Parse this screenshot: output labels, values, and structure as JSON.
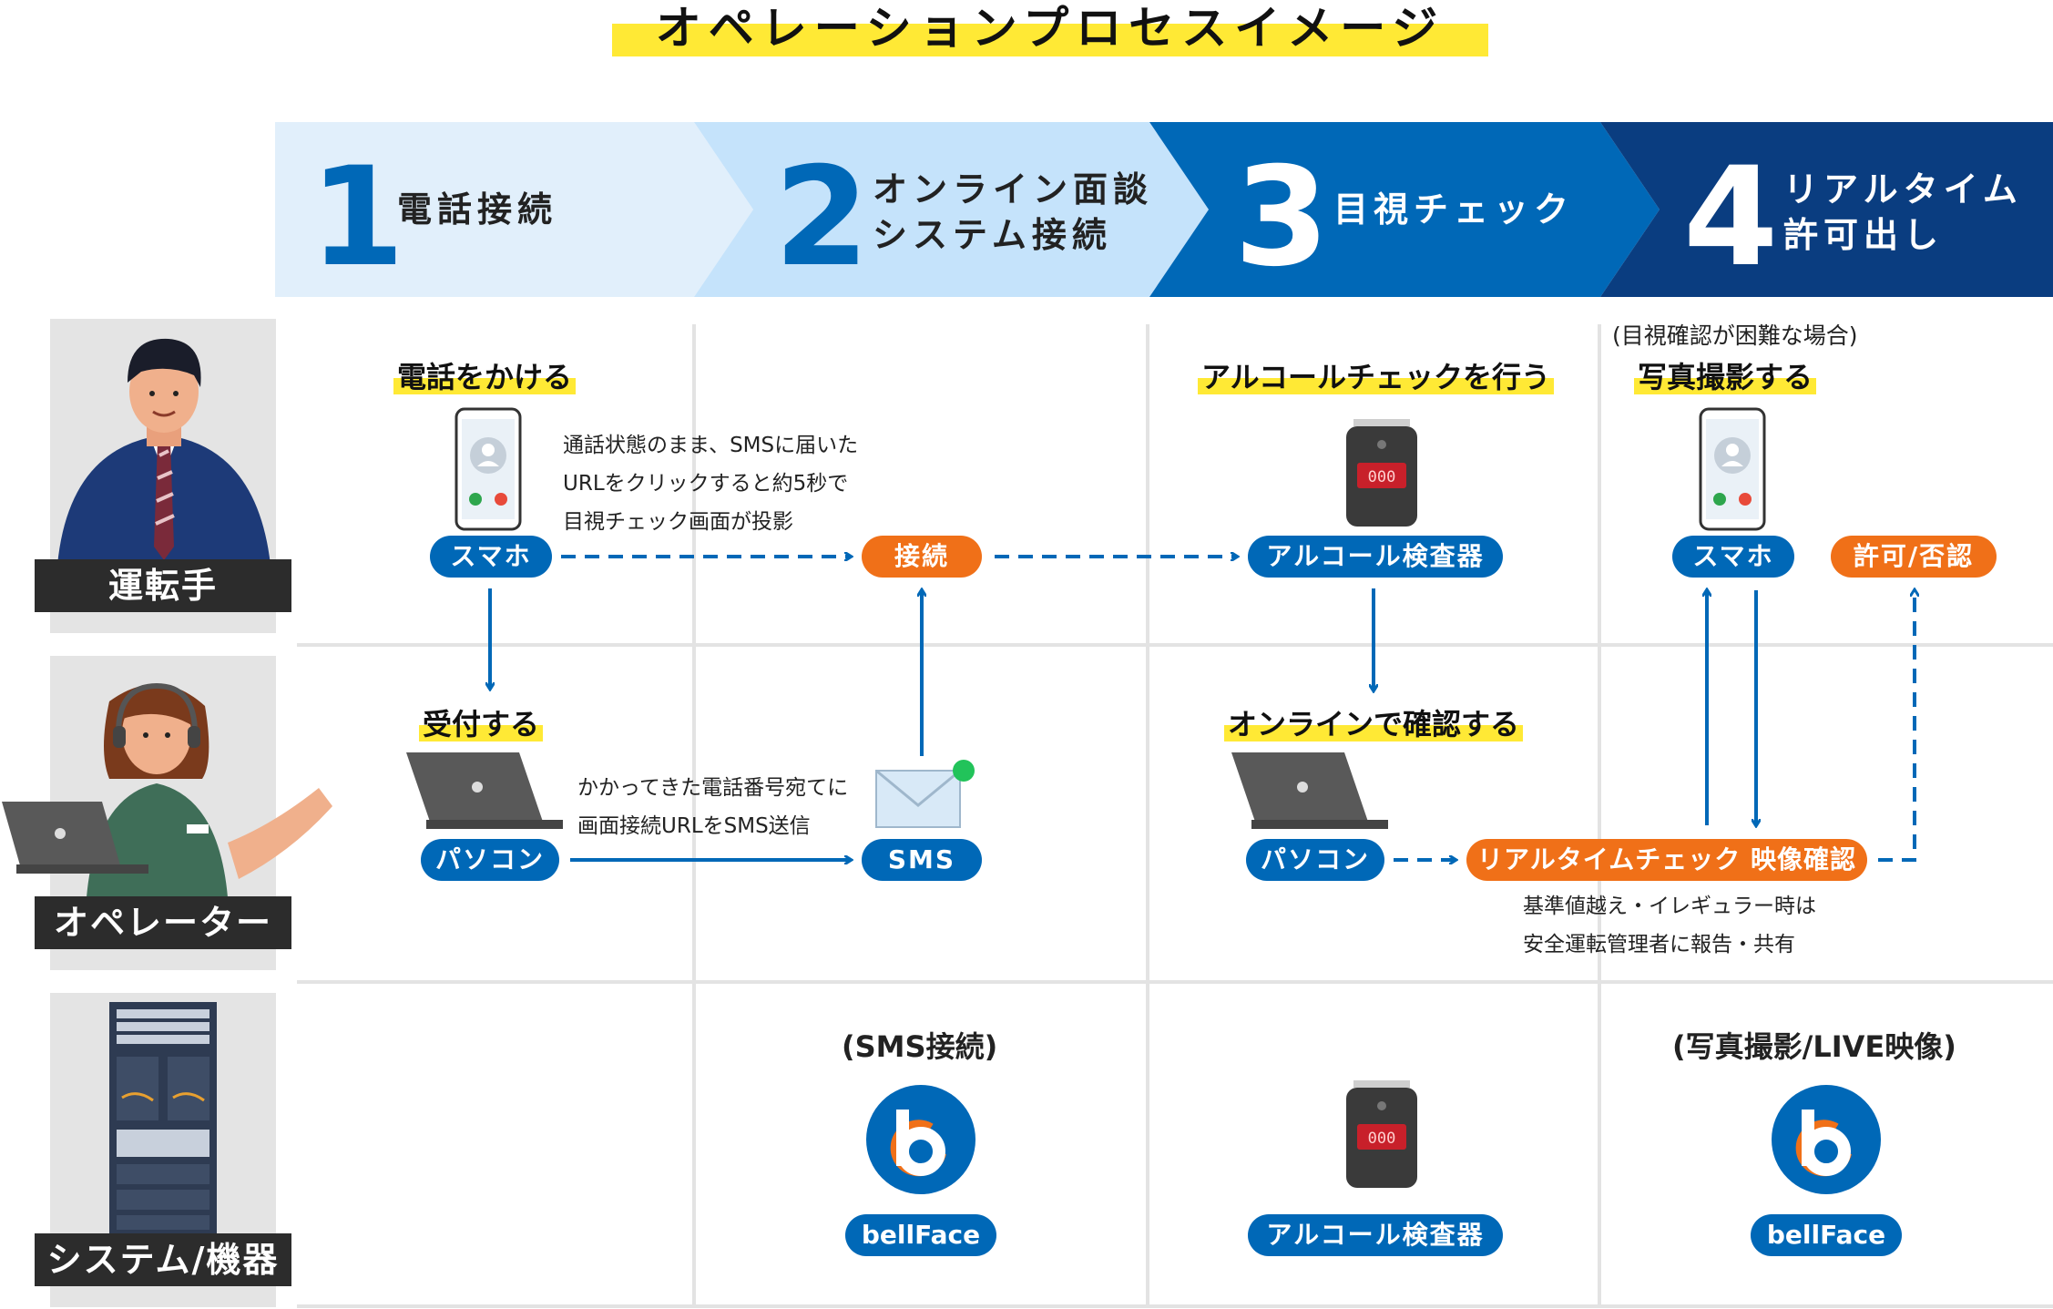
{
  "title": "オペレーションプロセスイメージ",
  "colors": {
    "blue": "#0068b7",
    "orange": "#f07018",
    "yellow": "#ffe935",
    "dark": "#2c2c2c",
    "navy": "#0a3d80",
    "light": "#e1effb",
    "sky": "#c5e3fb"
  },
  "steps": [
    {
      "num": "1",
      "label": "電話接続"
    },
    {
      "num": "2",
      "label": "オンライン面談\nシステム接続"
    },
    {
      "num": "3",
      "label": "目視チェック"
    },
    {
      "num": "4",
      "label": "リアルタイム\n許可出し"
    }
  ],
  "roles": {
    "driver": "運転手",
    "operator": "オペレーター",
    "system": "システム/機器"
  },
  "driver_row": {
    "call_action": "電話をかける",
    "smartphone": "スマホ",
    "sms_note": "通話状態のまま、SMSに届いた\nURLをクリックすると約5秒で\n目視チェック画面が投影",
    "connect": "接続",
    "alcohol_action": "アルコールチェックを行う",
    "alcohol_device": "アルコール検査器",
    "photo_condition": "(目視確認が困難な場合)",
    "photo_action": "写真撮影する",
    "smartphone2": "スマホ",
    "permit": "許可/否認"
  },
  "operator_row": {
    "receive_action": "受付する",
    "pc": "パソコン",
    "sms_send_note": "かかってきた電話番号宛てに\n画面接続URLをSMS送信",
    "sms": "SMS",
    "online_action": "オンラインで確認する",
    "pc2": "パソコン",
    "realtime": "リアルタイムチェック 映像確認",
    "report_note": "基準値越え・イレギュラー時は\n安全運転管理者に報告・共有"
  },
  "system_row": {
    "sms_connect": "(SMS接続)",
    "bellface1": "bellFace",
    "alcohol_device": "アルコール検査器",
    "photo_live": "(写真撮影/LIVE映像)",
    "bellface2": "bellFace"
  },
  "icons": {
    "smartphone": "smartphone-icon",
    "laptop": "laptop-icon",
    "mail": "mail-icon",
    "breathalyzer": "breathalyzer-icon",
    "bellface": "bellface-logo-icon",
    "driver_person": "driver-illustration",
    "operator_person": "operator-illustration",
    "server": "server-rack-illustration"
  },
  "breathalyzer_display": "000"
}
